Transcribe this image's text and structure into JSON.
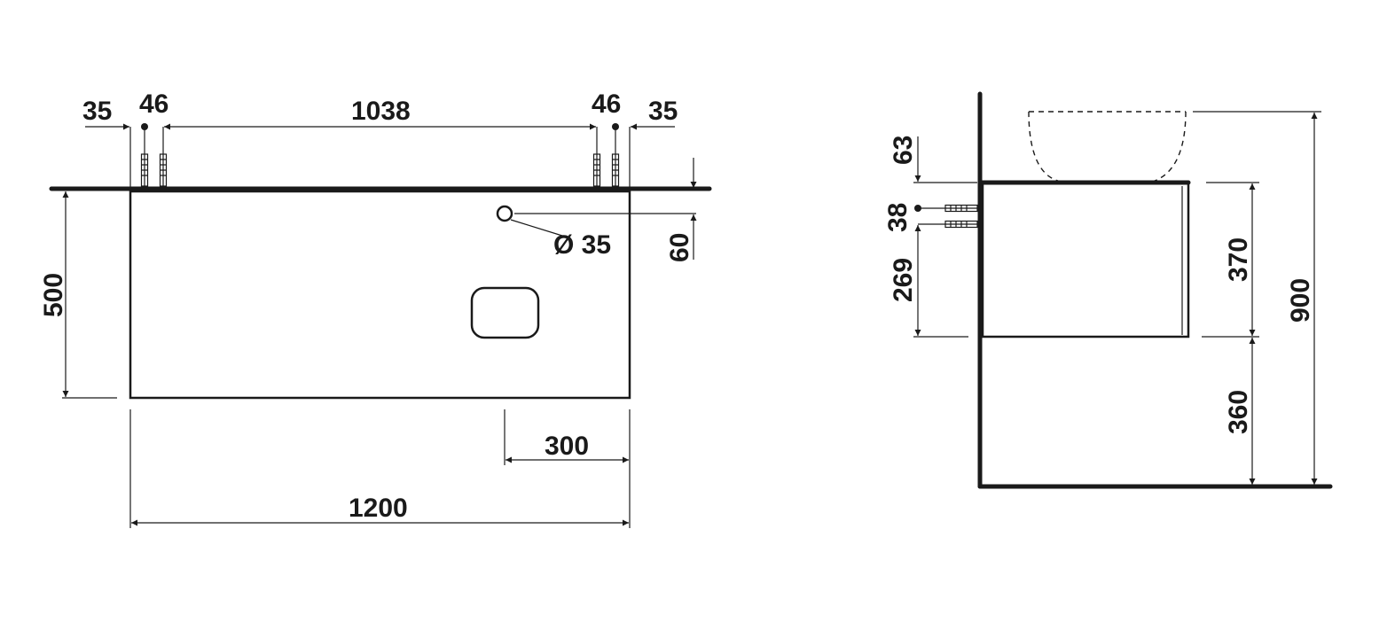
{
  "front_view": {
    "dims": {
      "d35_left": "35",
      "d46_left": "46",
      "d1038": "1038",
      "d46_right": "46",
      "d35_right": "35",
      "d60": "60",
      "d500": "500",
      "hole": "Ø 35",
      "d300": "300",
      "d1200": "1200"
    }
  },
  "side_view": {
    "dims": {
      "d63": "63",
      "d38": "38",
      "d269": "269",
      "d370": "370",
      "d360": "360",
      "d900": "900"
    }
  },
  "colors": {
    "ink": "#1a1a1a",
    "paper": "#ffffff"
  }
}
